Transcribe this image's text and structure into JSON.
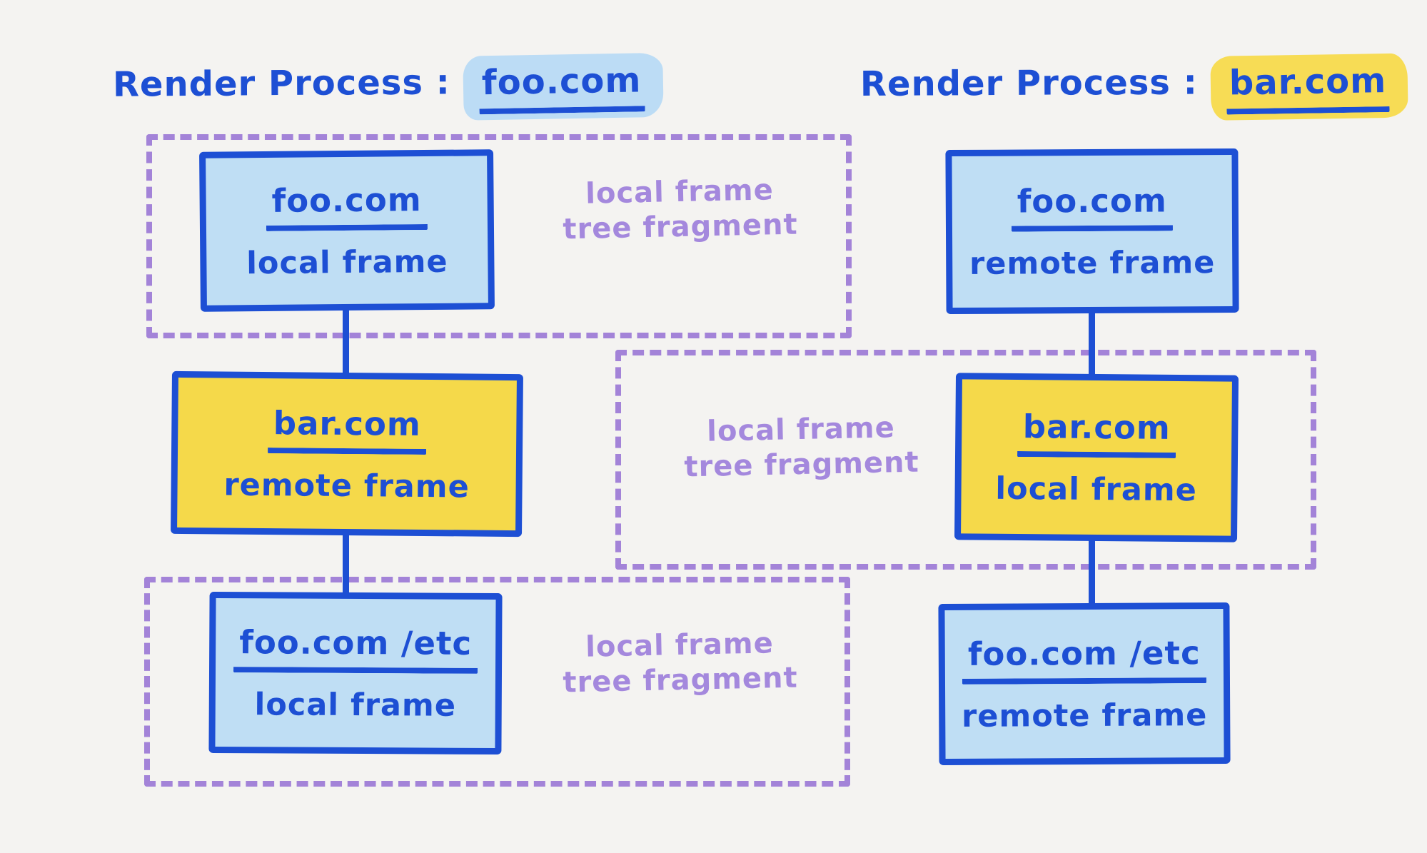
{
  "diagram": {
    "left": {
      "title": {
        "prefix": "Render Process :",
        "domain": "foo.com"
      },
      "nodes": {
        "a": {
          "domain": "foo.com",
          "frame": "local frame"
        },
        "b": {
          "domain": "bar.com",
          "frame": "remote frame"
        },
        "c": {
          "domain": "foo.com /etc",
          "frame": "local frame"
        }
      },
      "fragments": {
        "top": {
          "line1": "local frame",
          "line2": "tree fragment"
        },
        "bottom": {
          "line1": "local frame",
          "line2": "tree fragment"
        }
      }
    },
    "right": {
      "title": {
        "prefix": "Render Process :",
        "domain": "bar.com"
      },
      "nodes": {
        "d": {
          "domain": "foo.com",
          "frame": "remote frame"
        },
        "e": {
          "domain": "bar.com",
          "frame": "local frame"
        },
        "f": {
          "domain": "foo.com /etc",
          "frame": "remote frame"
        }
      },
      "fragments": {
        "middle": {
          "line1": "local frame",
          "line2": "tree fragment"
        }
      }
    },
    "colors": {
      "ink_blue": "#1d4fd4",
      "light_blue_fill": "#bfdef4",
      "blue_highlight": "#bcdcf5",
      "yellow_fill": "#f5d94a",
      "yellow_highlight": "#f7dc55",
      "purple_dash": "#a383d8",
      "purple_text": "#a488dd",
      "background": "#f4f3f1"
    }
  }
}
